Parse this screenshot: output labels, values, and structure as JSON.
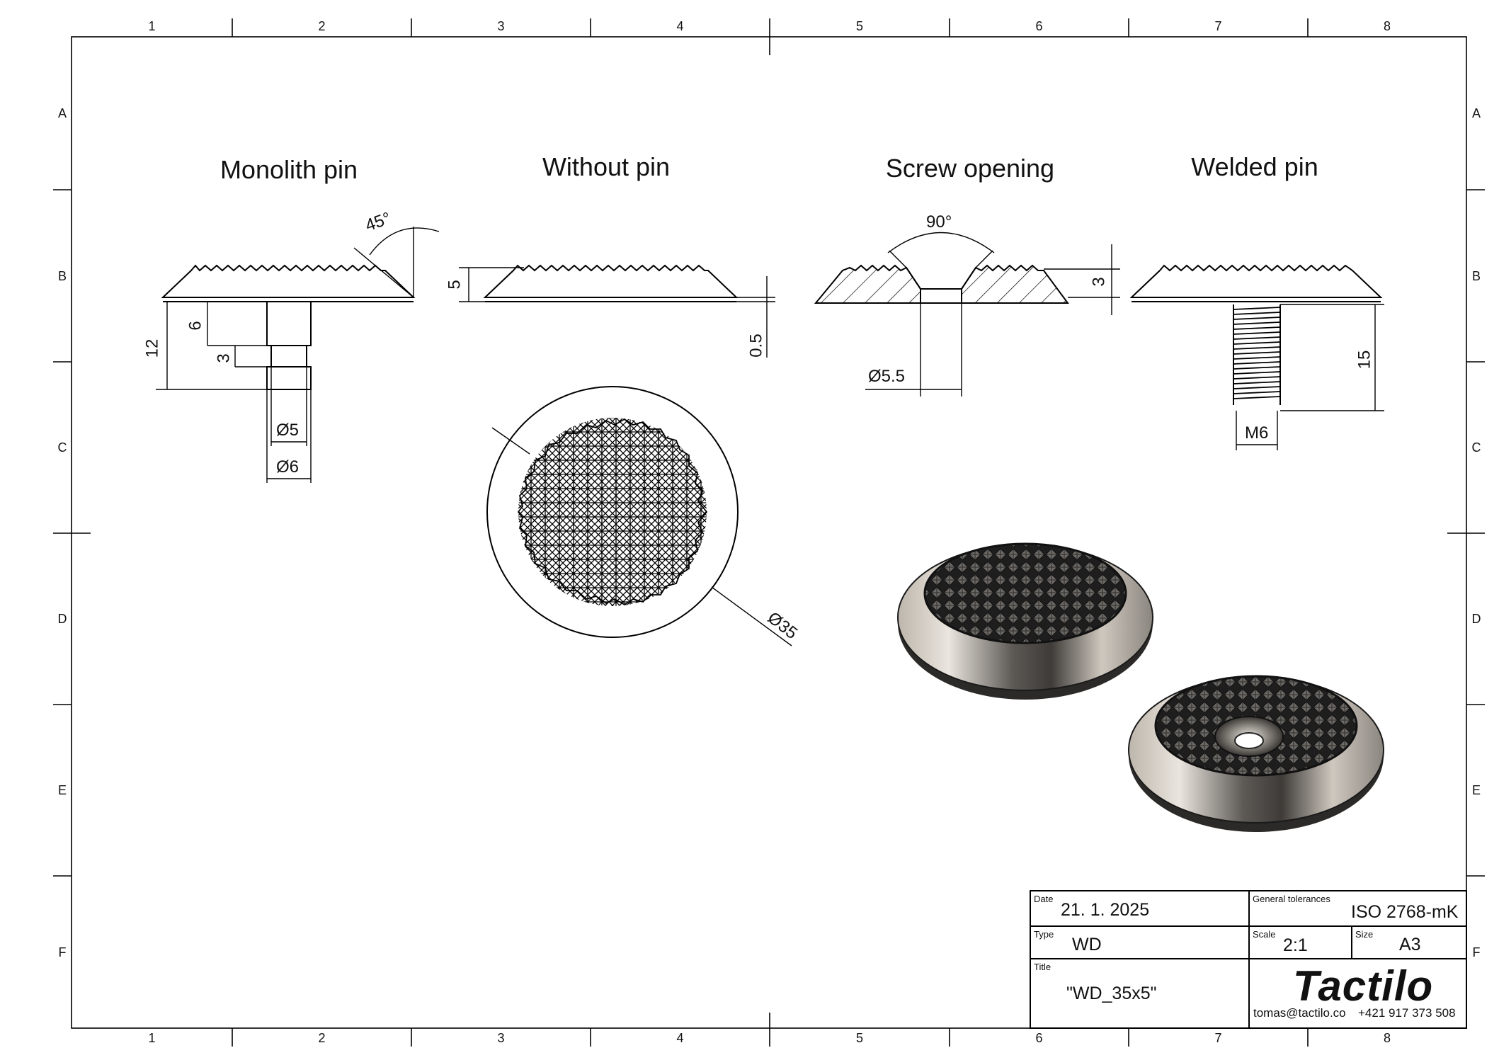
{
  "frame": {
    "columns": [
      "1",
      "2",
      "3",
      "4",
      "5",
      "6",
      "7",
      "8"
    ],
    "rows": [
      "A",
      "B",
      "C",
      "D",
      "E",
      "F"
    ]
  },
  "views": {
    "monolith_pin": {
      "title": "Monolith pin",
      "dims": {
        "height_total": "12",
        "height_upper": "6",
        "height_groove": "3",
        "diameter_small": "Ø5",
        "diameter_large": "Ø6",
        "angle": "45°"
      }
    },
    "without_pin": {
      "title": "Without pin",
      "dims": {
        "thickness": "5",
        "edge": "0.5",
        "diameter": "Ø35"
      }
    },
    "screw_opening": {
      "title": "Screw opening",
      "dims": {
        "countersink_angle": "90°",
        "countersink_depth": "3",
        "hole_diameter": "Ø5.5"
      }
    },
    "welded_pin": {
      "title": "Welded pin",
      "dims": {
        "length": "15",
        "thread": "M6"
      }
    }
  },
  "title_block": {
    "date_label": "Date",
    "date": "21. 1. 2025",
    "tolerances_label": "General tolerances",
    "tolerances": "ISO 2768-mK",
    "type_label": "Type",
    "type": "WD",
    "scale_label": "Scale",
    "scale": "2:1",
    "size_label": "Size",
    "size": "A3",
    "title_label": "Title",
    "title": "\"WD_35x5\"",
    "company": "Tactilo",
    "email": "tomas@tactilo.co",
    "phone": "+421 917 373 508"
  },
  "colors": {
    "line": "#000000",
    "paper": "#ffffff",
    "metal_dark": "#4a4642",
    "metal_light": "#d8d2ca",
    "grip": "#2a2a2a"
  }
}
